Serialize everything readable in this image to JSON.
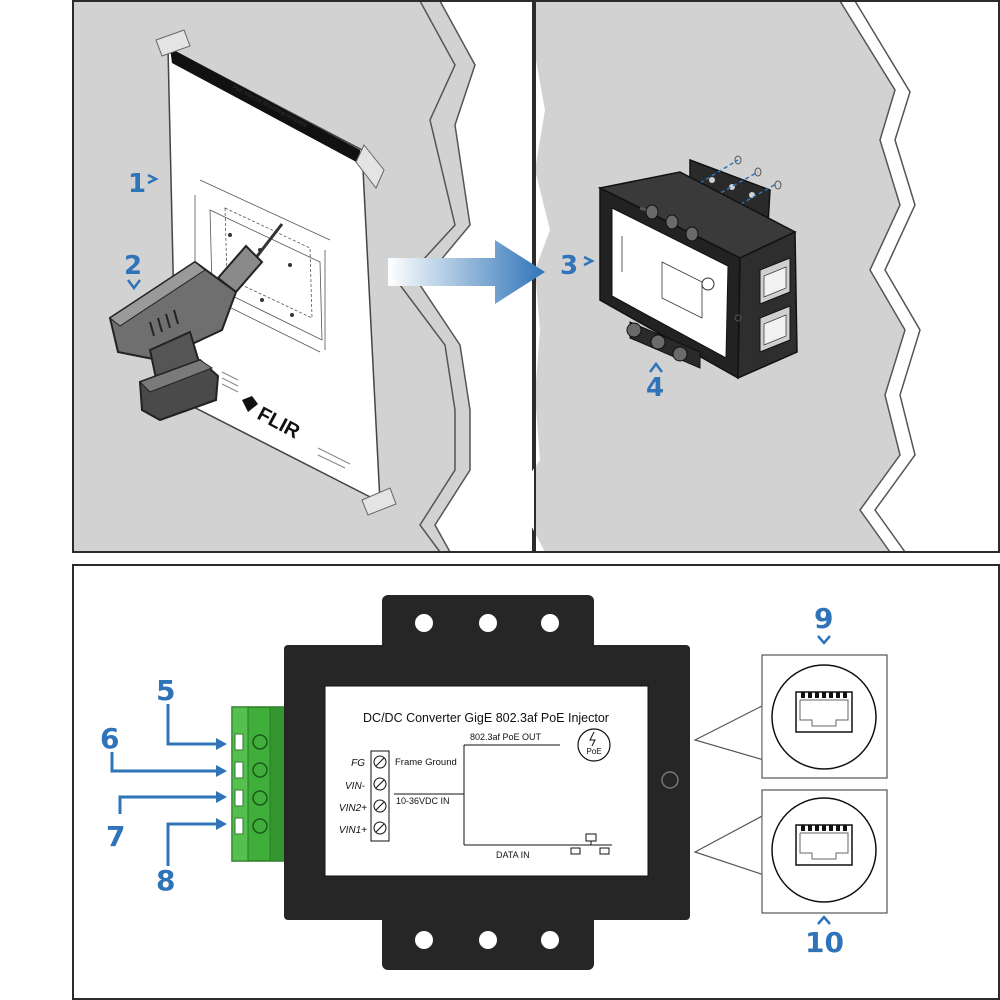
{
  "colors": {
    "wall": "#d2d2d2",
    "panel_border": "#2b2b2b",
    "callout_blue": "#2f74b8",
    "device_body": "#262626",
    "terminal_green": "#3fae3a"
  },
  "step_labels": {
    "s1": "1",
    "s2": "2",
    "s3": "3",
    "s4": "4",
    "s5": "5",
    "s6": "6",
    "s7": "7",
    "s8": "8",
    "s9": "9",
    "s10": "10"
  },
  "template": {
    "title": "PoE Injector Mounting template",
    "brand": "FLIR"
  },
  "device_label": {
    "title": "DC/DC Converter GigE 802.3af PoE Injector",
    "pins": [
      "FG",
      "VIN-",
      "VIN2+",
      "VIN1+"
    ],
    "frame_ground": "Frame Ground",
    "dc_in": "10-36VDC IN",
    "poe_out": "802.3af PoE OUT",
    "data_in": "DATA IN",
    "poe_badge": "PoE"
  },
  "icons": [
    "drill-icon",
    "arrow-right-icon",
    "screw-icon",
    "rj45-port-icon",
    "poe-logo-icon",
    "network-icon"
  ]
}
